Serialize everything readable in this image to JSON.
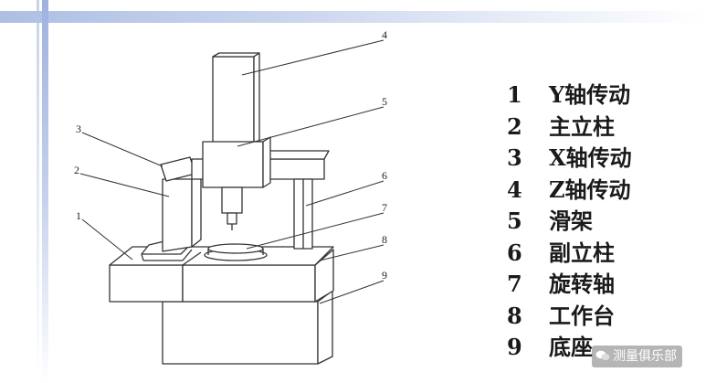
{
  "callouts": [
    "1",
    "2",
    "3",
    "4",
    "5",
    "6",
    "7",
    "8",
    "9"
  ],
  "legend": [
    {
      "num": "1",
      "label": "Y轴传动"
    },
    {
      "num": "2",
      "label": "主立柱"
    },
    {
      "num": "3",
      "label": "X轴传动"
    },
    {
      "num": "4",
      "label": "Z轴传动"
    },
    {
      "num": "5",
      "label": "滑架"
    },
    {
      "num": "6",
      "label": "副立柱"
    },
    {
      "num": "7",
      "label": "旋转轴"
    },
    {
      "num": "8",
      "label": "工作台"
    },
    {
      "num": "9",
      "label": "底座"
    }
  ],
  "watermark": "测量俱乐部",
  "colors": {
    "line": "#333333",
    "accent_bar": "#aebfe3"
  },
  "icons": [
    "wechat-icon"
  ]
}
